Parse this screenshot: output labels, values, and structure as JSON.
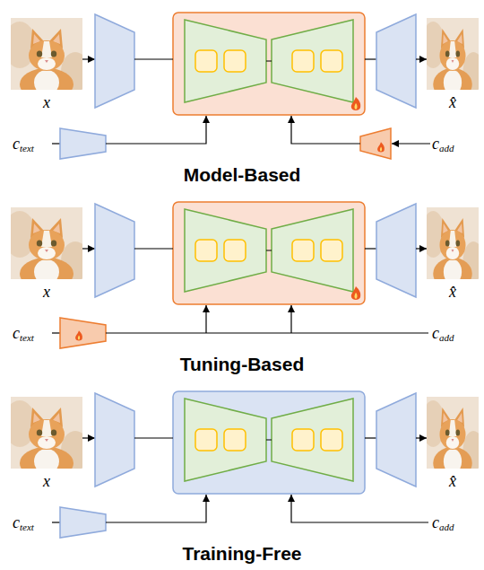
{
  "diagram": {
    "nodes": [
      {
        "text": [
          "x"
        ]
      },
      {
        "text": [
          "x̂"
        ]
      },
      {
        "text": [
          "x"
        ]
      },
      {
        "text": [
          "x̂"
        ]
      },
      {
        "text": [
          "x"
        ]
      },
      {
        "text": [
          "x̂"
        ]
      }
    ],
    "labels": [
      "ctext",
      "cadd",
      "Model-Based",
      "ctext",
      "cadd",
      "Tuning-Based",
      "ctext",
      "cadd",
      "Training-Free"
    ]
  }
}
